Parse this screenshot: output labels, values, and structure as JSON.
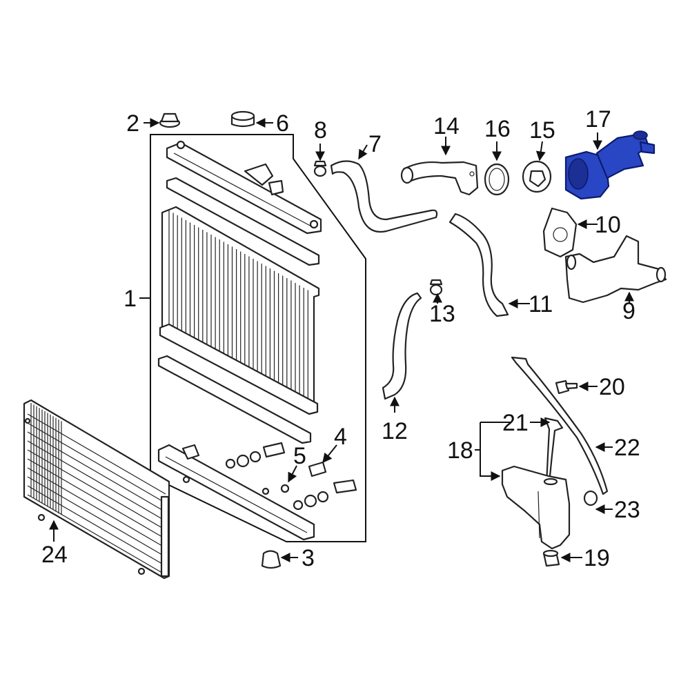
{
  "callouts": {
    "c1": "1",
    "c2": "2",
    "c3": "3",
    "c4": "4",
    "c5": "5",
    "c6": "6",
    "c7": "7",
    "c8": "8",
    "c9": "9",
    "c10": "10",
    "c11": "11",
    "c12": "12",
    "c13": "13",
    "c14": "14",
    "c15": "15",
    "c16": "16",
    "c17": "17",
    "c18": "18",
    "c19": "19",
    "c20": "20",
    "c21": "21",
    "c22": "22",
    "c23": "23",
    "c24": "24"
  },
  "colors": {
    "highlight": "#2946c4",
    "line": "#222222",
    "background": "#ffffff"
  }
}
